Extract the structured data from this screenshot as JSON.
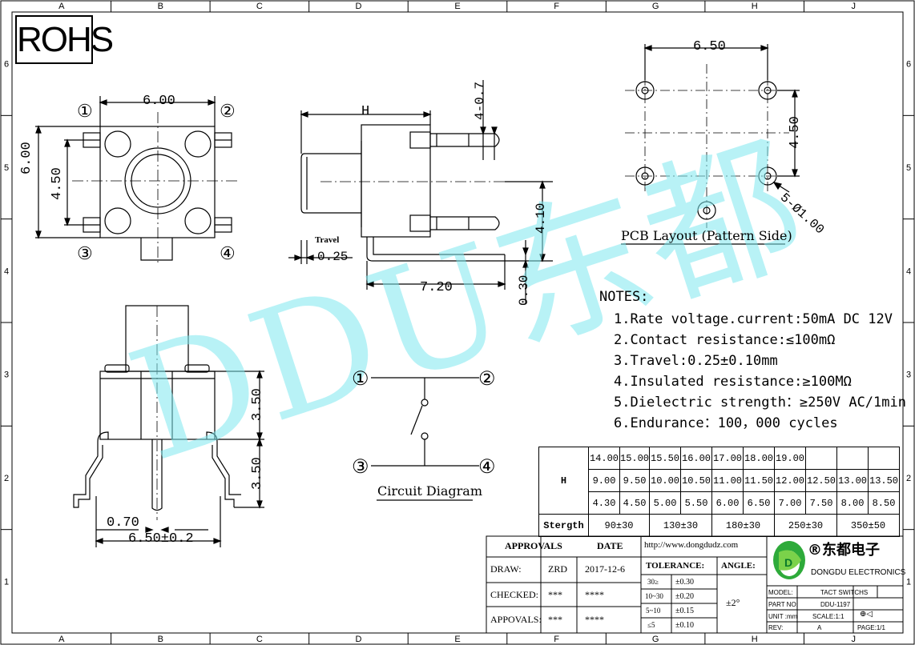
{
  "rohs_badge": "ROHS",
  "grid": {
    "columns": [
      "A",
      "B",
      "C",
      "D",
      "E",
      "F",
      "G",
      "H",
      "J"
    ],
    "rows": [
      "6",
      "5",
      "4",
      "3",
      "2",
      "1"
    ]
  },
  "watermark": "DDU东都",
  "top_view": {
    "dim_width": "6.00",
    "dim_height": "6.00",
    "dim_pin_pitch": "4.50",
    "pin1": "①",
    "pin2": "②",
    "pin3": "③",
    "pin4": "④"
  },
  "side_view": {
    "dim_h": "H",
    "dim_pin_width": "4-0.7",
    "dim_travel_label": "Travel",
    "dim_travel": "0.25",
    "dim_length": "7.20",
    "dim_pin_len": "4.10",
    "dim_pin_thk": "0.30"
  },
  "front_view": {
    "dim_upper": "3.50",
    "dim_lower": "3.50",
    "dim_pin": "0.70",
    "dim_span": "6.50±0.2"
  },
  "pcb_layout": {
    "title": "PCB Layout (Pattern Side)",
    "dim_width": "6.50",
    "dim_height": "4.50",
    "dim_hole": "5-Ø1.00"
  },
  "circuit": {
    "title": "Circuit Diagram",
    "p1": "①",
    "p2": "②",
    "p3": "③",
    "p4": "④"
  },
  "notes": {
    "heading": "NOTES:",
    "items": [
      "1.Rate voltage.current:50mA DC 12V",
      "2.Contact resistance:≤100mΩ",
      "3.Travel:0.25±0.10mm",
      "4.Insulated resistance:≥100MΩ",
      "5.Dielectric strength：≥250V AC/1min",
      "6.Endurance：100，000 cycles"
    ]
  },
  "h_table": {
    "label_h": "H",
    "label_strength": "Stergth",
    "row1": [
      "14.00",
      "15.00",
      "15.50",
      "16.00",
      "17.00",
      "18.00",
      "19.00",
      "",
      "",
      ""
    ],
    "row2": [
      "9.00",
      "9.50",
      "10.00",
      "10.50",
      "11.00",
      "11.50",
      "12.00",
      "12.50",
      "13.00",
      "13.50"
    ],
    "row3": [
      "4.30",
      "4.50",
      "5.00",
      "5.50",
      "6.00",
      "6.50",
      "7.00",
      "7.50",
      "8.00",
      "8.50"
    ],
    "strength": [
      "90±30",
      "130±30",
      "180±30",
      "250±30",
      "350±50"
    ]
  },
  "title_block": {
    "approvals_hdr": "APPROVALS",
    "date_hdr": "DATE",
    "url": "http://www.dongdudz.com",
    "draw_label": "DRAW:",
    "draw_name": "ZRD",
    "draw_date": "2017-12-6",
    "checked_label": "CHECKED:",
    "checked_name": "***",
    "checked_date": "****",
    "approvals_label": "APPOVALS:",
    "approvals_name": "***",
    "approvals_date": "****",
    "tolerance_hdr": "TOLERANCE:",
    "angle_hdr": "ANGLE:",
    "tol": [
      [
        "30≥",
        "±0.30"
      ],
      [
        "10~30",
        "±0.20"
      ],
      [
        "5~10",
        "±0.15"
      ],
      [
        "≤5",
        "±0.10"
      ]
    ],
    "angle": "±2°",
    "company_cn": "®东都电子",
    "company_en": "DONGDU ELECTRONICS",
    "model_label": "MODEL:",
    "model": "TACT SWITCHS",
    "part_label": "PART NO:",
    "part": "DDU-1197",
    "unit_label": "UNIT :mm",
    "scale": "SCALE:1:1",
    "rev_label": "REV:",
    "rev": "A",
    "page": "PAGE:1/1"
  }
}
